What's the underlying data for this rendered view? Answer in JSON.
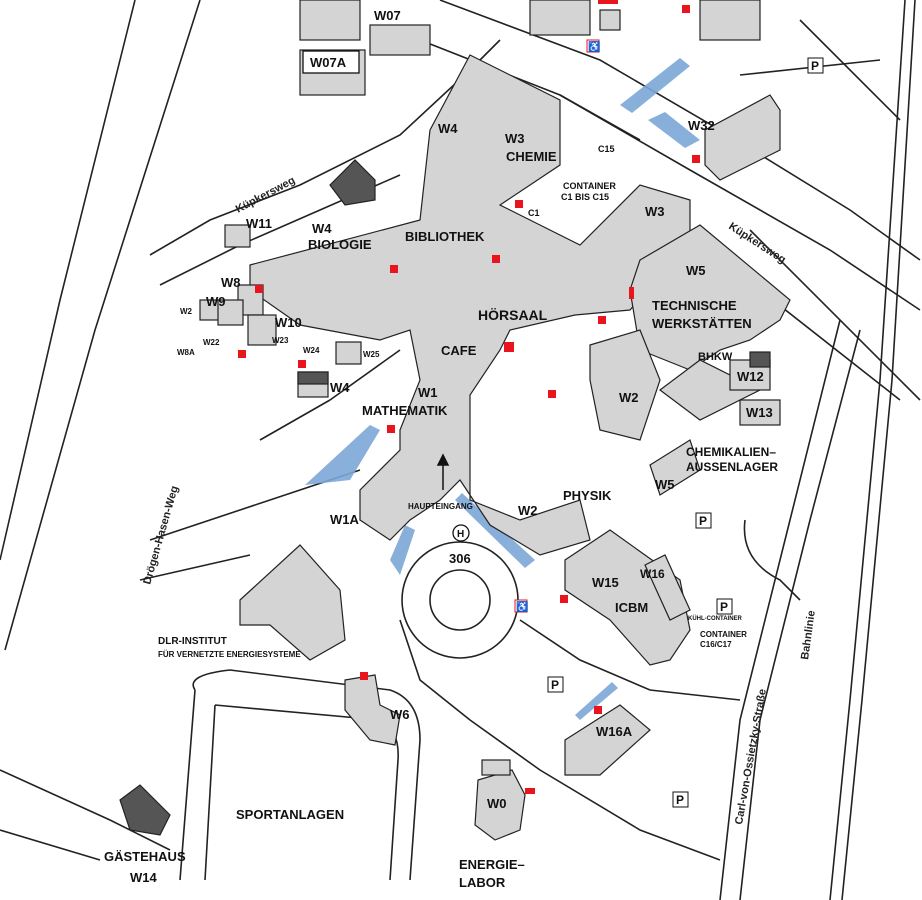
{
  "map": {
    "buildings": {
      "w07": "W07",
      "w07a": "W07A",
      "w4_top": "W4",
      "w3": "W3",
      "chemie": "CHEMIE",
      "c15_top": "C15",
      "container": "CONTAINER",
      "container_range": "C1  BIS  C15",
      "c1": "C1",
      "w32": "W32",
      "w11": "W11",
      "w4_bio": "W4",
      "biologie": "BIOLOGIE",
      "bibliothek": "BIBLIOTHEK",
      "w3_right": "W3",
      "w5": "W5",
      "technische": "TECHNISCHE",
      "werkstaetten": "WERKSTÄTTEN",
      "hoersaal": "HÖRSAAL",
      "bhkw": "BHKW",
      "w12": "W12",
      "w13": "W13",
      "cafe": "CAFE",
      "w1": "W1",
      "mathematik": "MATHEMATIK",
      "w2_right": "W2",
      "w8": "W8",
      "w9": "W9",
      "w10": "W10",
      "w2_small": "W2",
      "w8a": "W8A",
      "w22": "W22",
      "w23": "W23",
      "w24": "W24",
      "w25": "W25",
      "w4_small": "W4",
      "chemikalien": "CHEMIKALIEN–",
      "aussenlager": "AUSSENLAGER",
      "w5_small": "W5",
      "physik": "PHYSIK",
      "w1a": "W1A",
      "haupteingang": "HAUPTEINGANG",
      "w2_bottom": "W2",
      "bus_h": "H",
      "bus_306": "306",
      "w15": "W15",
      "w16": "W16",
      "icbm": "ICBM",
      "kuehlcontainer": "KÜHL-CONTAINER",
      "container2": "CONTAINER",
      "container_c16": "C16/C17",
      "dlr1": "DLR-INSTITUT",
      "dlr2": "FÜR VERNETZTE ENERGIESYSTEME",
      "w6": "W6",
      "w16a": "W16A",
      "sportanlagen": "SPORTANLAGEN",
      "w0": "W0",
      "energie": "ENERGIE–",
      "labor": "LABOR",
      "gaestehaus": "GÄSTEHAUS",
      "w14": "W14"
    },
    "roads": {
      "kuepkersweg_left": "Küpkersweg",
      "kuepkersweg_right": "Küpkersweg",
      "droegen": "Drögen-Hasen-Weg",
      "carl": "Carl-von-Ossietzky-Straße",
      "bahnlinie": "Bahnlinie"
    },
    "parking_symbol": "P",
    "accessible_symbol": "♿",
    "colors": {
      "building": "#d4d4d4",
      "building_dark": "#555555",
      "highlight": "#7ba7d6",
      "marker": "#e8141e"
    }
  }
}
